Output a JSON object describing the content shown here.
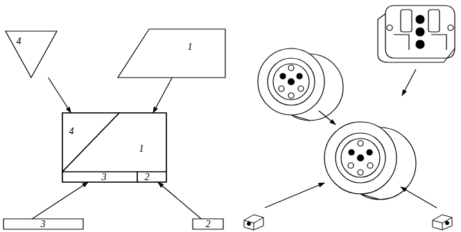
{
  "diagram": {
    "nodes": [
      {
        "text": [
          "4"
        ]
      },
      {
        "text": [
          "1"
        ]
      },
      {
        "text": [
          "4"
        ]
      },
      {
        "text": [
          "1"
        ]
      },
      {
        "text": [
          "3"
        ]
      },
      {
        "text": [
          "2"
        ]
      },
      {
        "text": [
          "3"
        ]
      },
      {
        "text": [
          "2"
        ]
      }
    ],
    "edges": [
      {
        "from": 0,
        "to": 2,
        "arrow": "to"
      },
      {
        "from": 1,
        "to": 3,
        "arrow": "to"
      },
      {
        "from": 6,
        "to": 4,
        "arrow": "to"
      },
      {
        "from": 7,
        "to": 5,
        "arrow": "to"
      }
    ]
  }
}
